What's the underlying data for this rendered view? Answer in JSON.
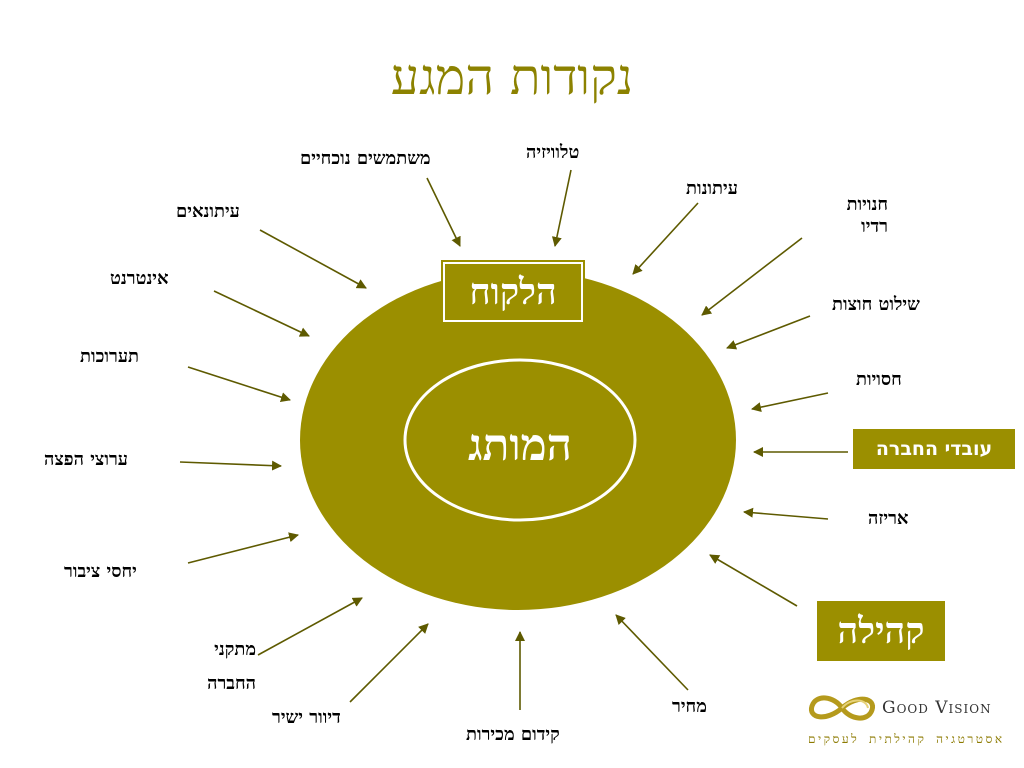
{
  "title": "נקודות המגע",
  "center": {
    "label": "המותג"
  },
  "boxes": {
    "customer": "הלקוח",
    "employees": "עובדי החברה",
    "community": "קהילה"
  },
  "touchpoints": {
    "current_users": "משתמשים נוכחיים",
    "tv": "טלוויזיה",
    "newspapers": "עיתונות",
    "radio_line1": "חנויות",
    "radio_line2": "רדיו",
    "signage": "שילוט חוצות",
    "sponsorship": "חסויות",
    "packaging": "אריזה",
    "price": "מחיר",
    "sales_promo": "קידום מכירות",
    "direct_mail": "דיוור ישיר",
    "facilities_line1": "מתקני",
    "facilities_line2": "החברה",
    "pr": "יחסי ציבור",
    "distribution": "ערוצי הפצה",
    "exhibitions": "תערוכות",
    "internet": "אינטרנט",
    "journalists": "עיתונאים"
  },
  "logo": {
    "name": "Good Vision",
    "tagline": "אסטרטגיה קהילתית לעסקים"
  },
  "colors": {
    "accent": "#9b8f00",
    "title": "#8c8200",
    "arrow": "#5e5a00"
  }
}
